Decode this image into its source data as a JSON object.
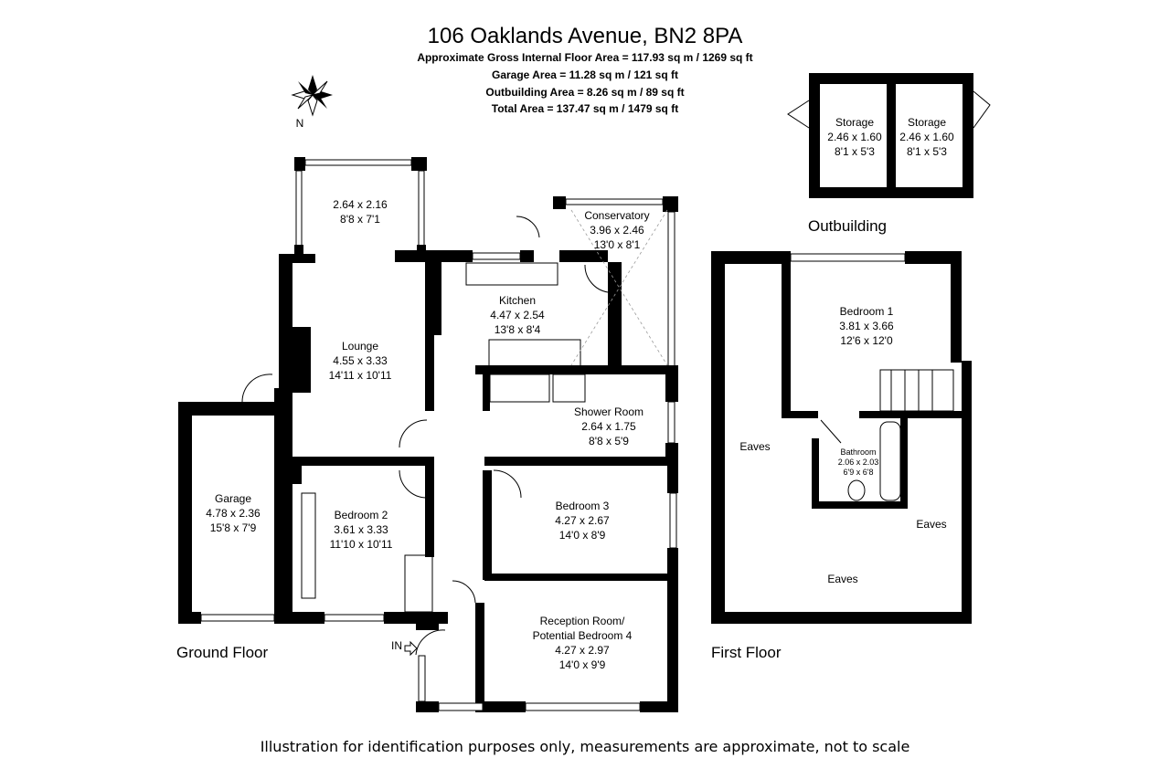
{
  "header": {
    "title": "106 Oaklands Avenue, BN2 8PA",
    "gross_internal": "Approximate Gross Internal Floor Area = 117.93 sq m / 1269 sq ft",
    "garage_area": "Garage Area = 11.28 sq m / 121 sq ft",
    "outbuilding_area": "Outbuilding Area = 8.26 sq m / 89 sq ft",
    "total_area": "Total Area = 137.47 sq m / 1479 sq ft"
  },
  "compass": {
    "label": "N"
  },
  "ground_floor": {
    "label": "Ground Floor",
    "entrance": "IN",
    "rooms": {
      "bay": {
        "name": "",
        "metric": "2.64 x 2.16",
        "imperial": "8'8 x 7'1"
      },
      "conservatory": {
        "name": "Conservatory",
        "metric": "3.96 x 2.46",
        "imperial": "13'0 x 8'1"
      },
      "kitchen": {
        "name": "Kitchen",
        "metric": "4.47 x 2.54",
        "imperial": "13'8 x 8'4"
      },
      "lounge": {
        "name": "Lounge",
        "metric": "4.55 x 3.33",
        "imperial": "14'11 x 10'11"
      },
      "shower": {
        "name": "Shower Room",
        "metric": "2.64 x 1.75",
        "imperial": "8'8 x 5'9"
      },
      "garage": {
        "name": "Garage",
        "metric": "4.78 x 2.36",
        "imperial": "15'8 x 7'9"
      },
      "bedroom2": {
        "name": "Bedroom 2",
        "metric": "3.61 x 3.33",
        "imperial": "11'10 x 10'11"
      },
      "bedroom3": {
        "name": "Bedroom 3",
        "metric": "4.27 x 2.67",
        "imperial": "14'0 x 8'9"
      },
      "reception": {
        "name": "Reception Room/",
        "name2": "Potential Bedroom 4",
        "metric": "4.27 x 2.97",
        "imperial": "14'0 x 9'9"
      }
    }
  },
  "outbuilding": {
    "label": "Outbuilding",
    "rooms": [
      {
        "name": "Storage",
        "metric": "2.46 x 1.60",
        "imperial": "8'1 x 5'3"
      },
      {
        "name": "Storage",
        "metric": "2.46 x 1.60",
        "imperial": "8'1 x 5'3"
      }
    ]
  },
  "first_floor": {
    "label": "First Floor",
    "rooms": {
      "bedroom1": {
        "name": "Bedroom 1",
        "metric": "3.81 x 3.66",
        "imperial": "12'6 x 12'0"
      },
      "bathroom": {
        "name": "Bathroom",
        "metric": "2.06 x 2.03",
        "imperial": "6'9 x 6'8"
      },
      "eaves_left": "Eaves",
      "eaves_right": "Eaves",
      "eaves_bottom": "Eaves"
    }
  },
  "disclaimer": "Illustration for identification purposes only, measurements are approximate, not to scale"
}
